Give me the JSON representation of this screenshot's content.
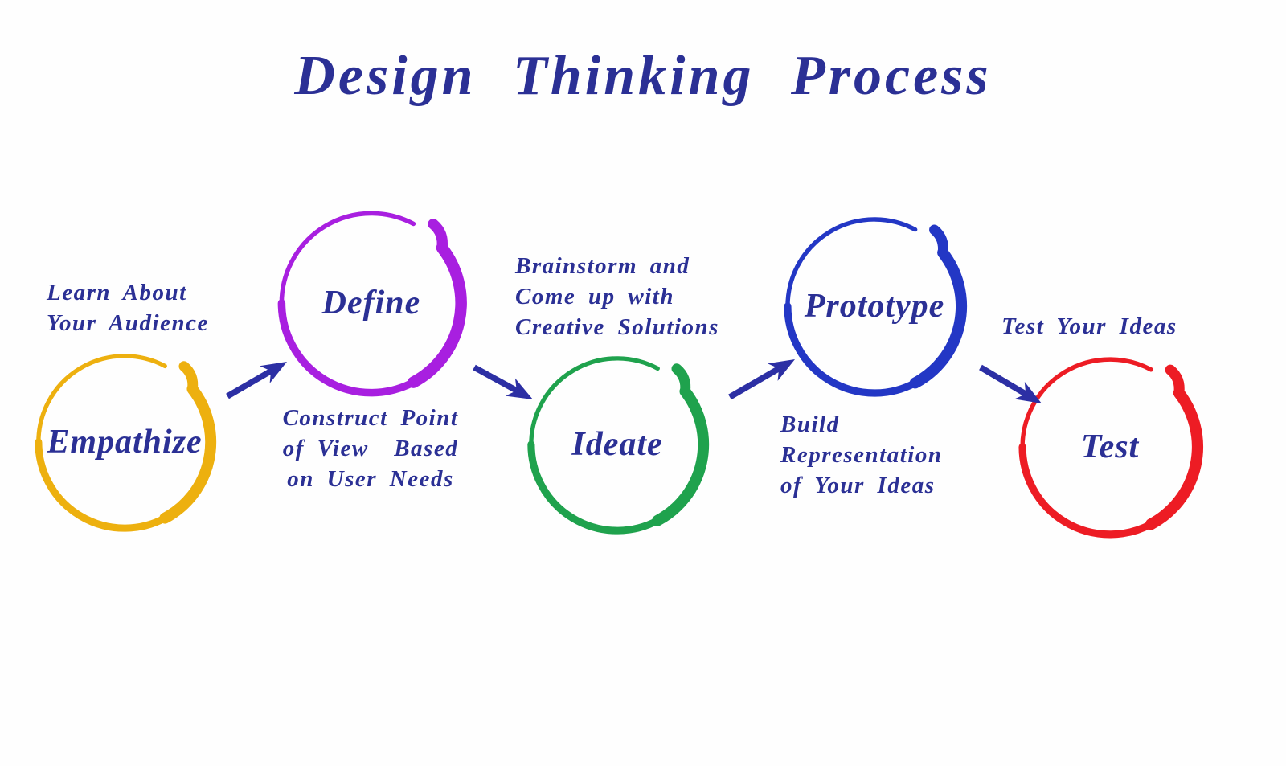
{
  "title": "Design Thinking Process",
  "colors": {
    "background": "#fefefe",
    "text": "#2b3095",
    "arrow": "#2c2fa4"
  },
  "stages": [
    {
      "name": "Empathize",
      "color": "#edb00f",
      "note": "Learn About\nYour Audience"
    },
    {
      "name": "Define",
      "color": "#a81fe0",
      "note": "Construct Point\nof View  Based\non User Needs"
    },
    {
      "name": "Ideate",
      "color": "#1fa24d",
      "note": "Brainstorm and\nCome up with\nCreative Solutions"
    },
    {
      "name": "Prototype",
      "color": "#2337c5",
      "note": "Build\nRepresentation\nof Your Ideas"
    },
    {
      "name": "Test",
      "color": "#ed1c24",
      "note": "Test Your Ideas"
    }
  ]
}
